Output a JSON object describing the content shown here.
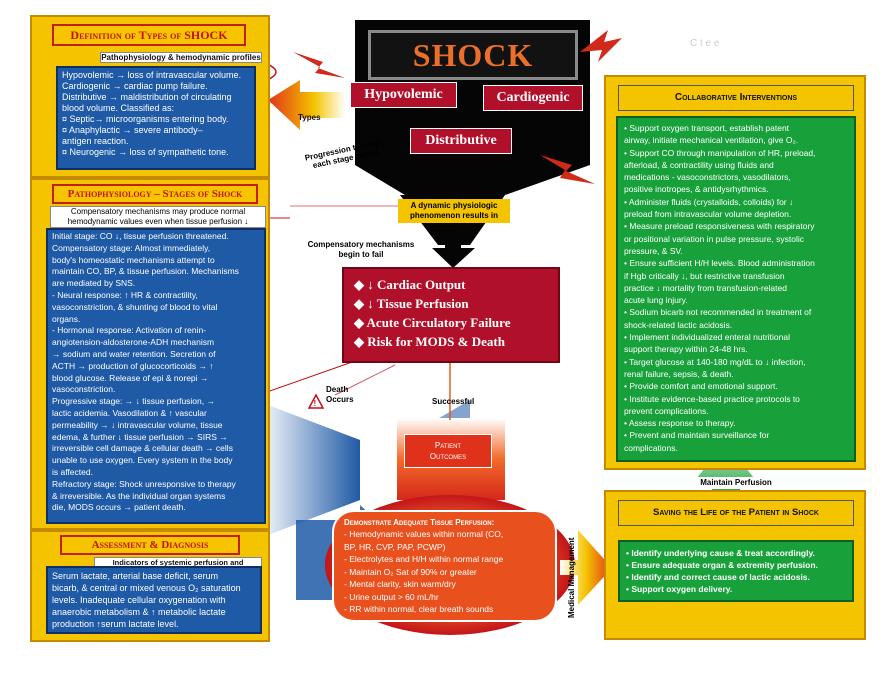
{
  "header": {
    "title": "SHOCK",
    "hypovolemic": "Hypovolemic",
    "cardiogenic": "Cardiogenic",
    "distributive": "Distributive",
    "faded_text": "C         t    e   e"
  },
  "arrows": {
    "types": "Types",
    "progression_line1": "Progression through",
    "progression_line2": "each stage varies",
    "dynamic_line1": "A dynamic physiologic",
    "dynamic_line2": "phenomenon results in",
    "comp_fail_line1": "Compensatory mechanisms",
    "comp_fail_line2": "begin to fail",
    "death_line1": "Death",
    "death_line2": "Occurs",
    "successful": "Successful",
    "maintain_perfusion": "Maintain Perfusion",
    "medical_management": "Medical Management",
    "warning_icon": "warning-triangle-icon"
  },
  "definition": {
    "title": "Definition of Types of SHOCK",
    "subtitle": "Pathophysiology & hemodynamic profiles",
    "lines": [
      "Hypovolemic → loss of intravascular volume.",
      "Cardiogenic → cardiac pump failure.",
      "Distributive → maldistribution of circulating",
      "      blood volume. Classified as:",
      "   ¤ Septic→ microorganisms entering body.",
      "   ¤ Anaphylactic → severe antibody–",
      "      antigen reaction.",
      "   ¤ Neurogenic → loss of sympathetic tone."
    ]
  },
  "stages": {
    "title": "Pathophysiology – Stages of Shock",
    "subtitle_line1": "Compensatory mechanisms may produce normal",
    "subtitle_line2": "hemodynamic values even when tissue perfusion ↓",
    "lines": [
      "Initial stage: CO ↓, tissue perfusion threatened.",
      "Compensatory stage: Almost immediately,",
      "body's homeostatic mechanisms attempt to",
      "maintain CO, BP, & tissue perfusion. Mechanisms",
      "are mediated by SNS.",
      "  - Neural response: ↑ HR & contractility,",
      "    vasoconstriction, & shunting of blood to vital",
      "    organs.",
      "  - Hormonal response: Activation of renin-",
      "    angiotension-aldosterone-ADH mechanism",
      "    → sodium and water retention. Secretion of",
      "    ACTH → production of glucocorticoids → ↑",
      "    blood glucose.  Release of epi & norepi →",
      "    vasoconstriction.",
      "Progressive stage: → ↓ tissue perfusion, →",
      "lactic acidemia.  Vasodilation & ↑ vascular",
      "permeability → ↓ intravascular volume, tissue",
      "edema, & further ↓ tissue perfusion → SIRS →",
      "irreversible cell damage  & cellular death → cells",
      "unable to use oxygen. Every system in the body",
      "is affected.",
      "Refractory stage: Shock unresponsive to therapy",
      "& irreversible. As the individual organ systems",
      "die, MODS occurs → patient death."
    ]
  },
  "assessment": {
    "title": "Assessment & Diagnosis",
    "subtitle": "Indicators of systemic perfusion and oxygenation",
    "lines": [
      "Serum lactate, arterial base deficit, serum",
      "bicarb, & central or mixed venous O₂ saturation",
      "levels. Inadequate cellular oxygenation with",
      "anaerobic metabolism & ↑ metabolic lactate",
      "production ↑serum lactate level."
    ]
  },
  "center_box": {
    "items": [
      "↓ Cardiac Output",
      "↓ Tissue Perfusion",
      "Acute Circulatory Failure",
      "Risk for MODS & Death"
    ]
  },
  "outcomes": {
    "line1": "Patient",
    "line2": "Outcomes"
  },
  "perfusion": {
    "title": "Demonstrate Adequate Tissue Perfusion:",
    "lines": [
      "- Hemodynamic values within normal  (CO,",
      "  BP, HR, CVP, PAP, PCWP)",
      "- Electrolytes and H/H within normal range",
      "- Maintain O₂ Sat of 90% or greater",
      "- Mental clarity, skin warm/dry",
      "- Urine output > 60 mL/hr",
      "- RR within normal, clear breath sounds"
    ]
  },
  "collaborative": {
    "title": "Collaborative Interventions",
    "lines": [
      "• Support oxygen transport, establish patent",
      "  airway, initiate mechanical ventilation, give O₂.",
      "• Support CO through manipulation of HR, preload,",
      "  afterload, & contractility using fluids and",
      "  medications - vasoconstrictors, vasodilators,",
      "  positive inotropes, & antidysrhythmics.",
      "• Administer fluids (crystalloids, colloids) for ↓",
      "  preload from intravascular volume depletion.",
      "• Measure preload responsiveness with respiratory",
      "  or positional variation in pulse pressure, systolic",
      "  pressure, & SV.",
      "• Ensure sufficient H/H levels. Blood administration",
      "  if Hgb critically ↓, but restrictive transfusion",
      "  practice ↓ mortality from transfusion-related",
      "  acute lung injury.",
      "• Sodium bicarb not recommended in treatment of",
      "  shock-related lactic acidosis.",
      "• Implement individualized enteral nutritional",
      "  support therapy within 24-48 hrs.",
      "• Target glucose at 140-180 mg/dL to ↓ infection,",
      "  renal failure, sepsis, & death.",
      "• Provide comfort and emotional support.",
      "• Institute evidence-based practice protocols to",
      "  prevent complications.",
      "• Assess response to therapy.",
      "• Prevent and maintain surveillance for",
      "  complications."
    ]
  },
  "saving": {
    "title": "Saving the Life of the Patient in Shock",
    "lines": [
      "• Identify underlying cause & treat accordingly.",
      "• Ensure adequate organ & extremity perfusion.",
      "• Identify and correct cause of lactic acidosis.",
      "• Support oxygen delivery."
    ]
  },
  "colors": {
    "yellow": "#f4c400",
    "blue": "#1f5aa6",
    "green": "#18a13b",
    "crimson": "#b0102a",
    "red_title": "#c0121a"
  }
}
